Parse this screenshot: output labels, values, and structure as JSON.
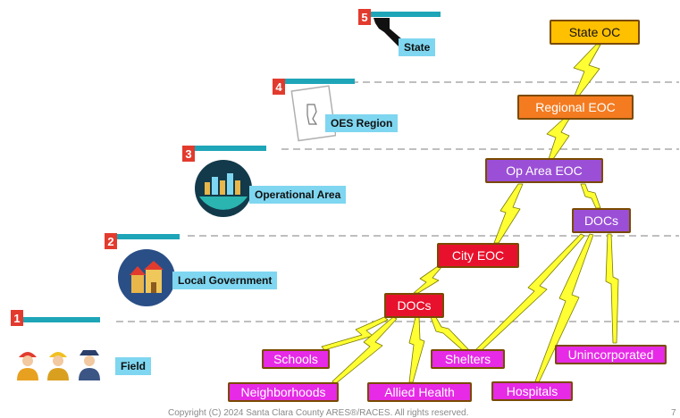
{
  "tiers": [
    {
      "num": "5",
      "label": "State"
    },
    {
      "num": "4",
      "label": "OES Region"
    },
    {
      "num": "3",
      "label": "Operational Area"
    },
    {
      "num": "2",
      "label": "Local Government"
    },
    {
      "num": "1",
      "label": "Field"
    }
  ],
  "nodes": {
    "state_oc": "State OC",
    "regional_eoc": "Regional EOC",
    "op_area_eoc": "Op Area EOC",
    "docs_upper": "DOCs",
    "city_eoc": "City EOC",
    "docs_lower": "DOCs",
    "schools": "Schools",
    "neighborhoods": "Neighborhoods",
    "allied_health": "Allied Health",
    "shelters": "Shelters",
    "hospitals": "Hospitals",
    "unincorporated": "Unincorporated"
  },
  "colors": {
    "state": "#ffc000",
    "regional": "#f47b20",
    "purple": "#9b4fd6",
    "red": "#e8112d",
    "magenta": "#e62ae6",
    "bolt": "#ffff33",
    "tier_bar": "#1ea5b8",
    "tier_label": "#7fd6f0"
  },
  "footer": {
    "copyright": "Copyright (C) 2024 Santa Clara County ARES®/RACES. All rights reserved.",
    "page": "7"
  }
}
